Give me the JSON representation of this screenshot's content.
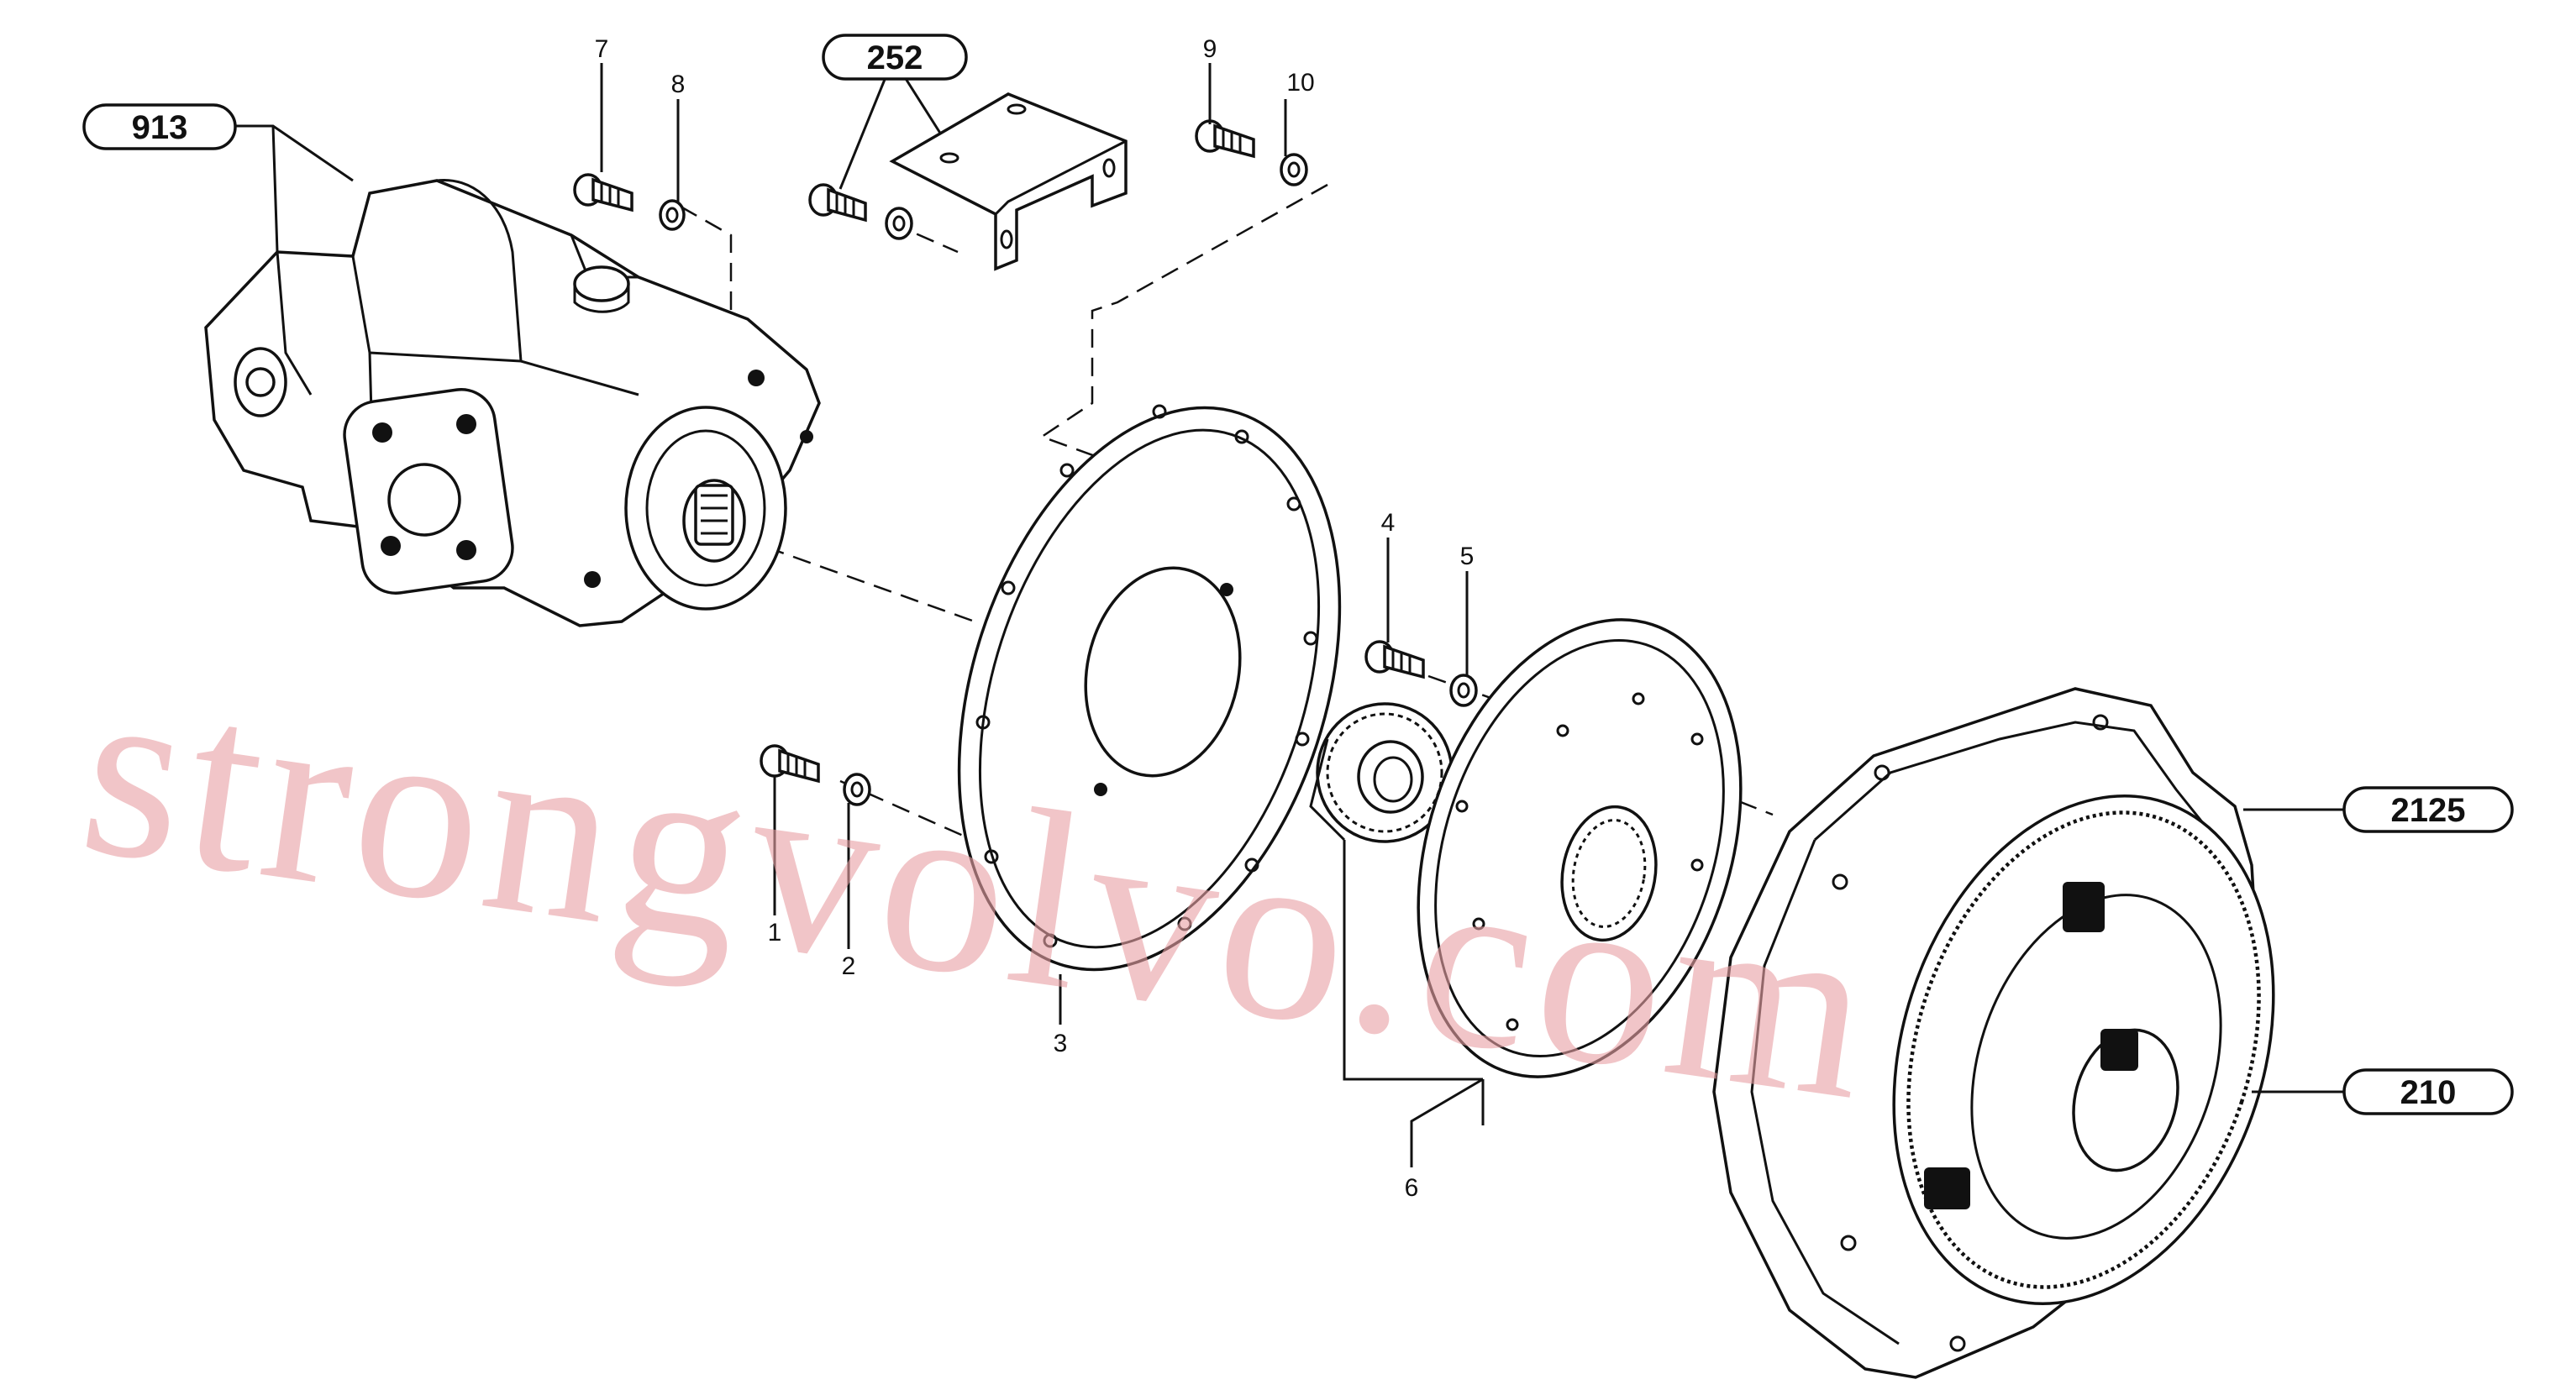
{
  "diagram": {
    "callouts": [
      {
        "id": "913",
        "text": "913"
      },
      {
        "id": "252",
        "text": "252"
      },
      {
        "id": "2125",
        "text": "2125"
      },
      {
        "id": "210",
        "text": "210"
      }
    ],
    "part_numbers": [
      "1",
      "2",
      "3",
      "4",
      "5",
      "6",
      "7",
      "8",
      "9",
      "10"
    ],
    "watermark": "strongvolvo.com"
  }
}
